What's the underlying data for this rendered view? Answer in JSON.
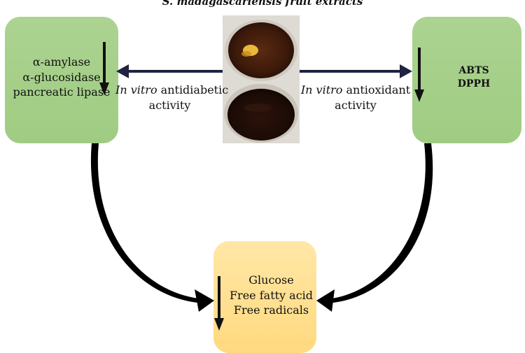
{
  "title": "S. madagascariensis fruit extracts",
  "left_box": {
    "lines": [
      "α-amylase",
      "α-glucosidase",
      "pancreatic lipase"
    ]
  },
  "right_box": {
    "lines": [
      "ABTS",
      "DPPH"
    ]
  },
  "bottom_box": {
    "lines": [
      "Glucose",
      "Free fatty acid",
      "Free radicals"
    ]
  },
  "left_label": {
    "italic": "In vitro",
    "rest": " antidiabetic",
    "line2": "activity"
  },
  "right_label": {
    "italic": "In vitro",
    "rest": " antioxidant",
    "line2": "activity"
  },
  "colors": {
    "green_box": "#a9d18e",
    "yellow_box": "#ffe08f",
    "arrow_stroke": "#1f2240",
    "arrow_curve": "#000000"
  }
}
